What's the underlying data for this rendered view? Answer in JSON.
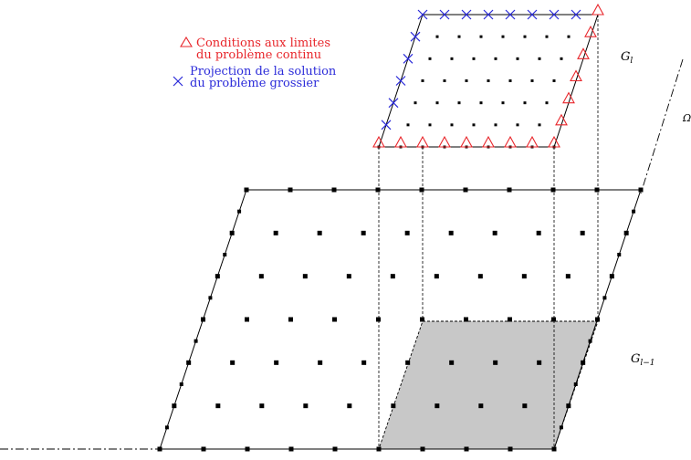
{
  "legend": {
    "boundary": {
      "line1": "Conditions aux limites",
      "line2": "du problème continu",
      "symbol_name": "triangle-marker",
      "color": "#e8262b"
    },
    "projection": {
      "line1": "Projection de la solution",
      "line2": "du problème grossier",
      "symbol_name": "cross-marker",
      "color": "#2b2bd9"
    }
  },
  "labels": {
    "fine_grid": "G_l",
    "coarse_grid": "G_{l-1}",
    "domain": "Ω"
  },
  "colors": {
    "grid_line": "#000000",
    "shaded_region": "#c8c8c8"
  }
}
